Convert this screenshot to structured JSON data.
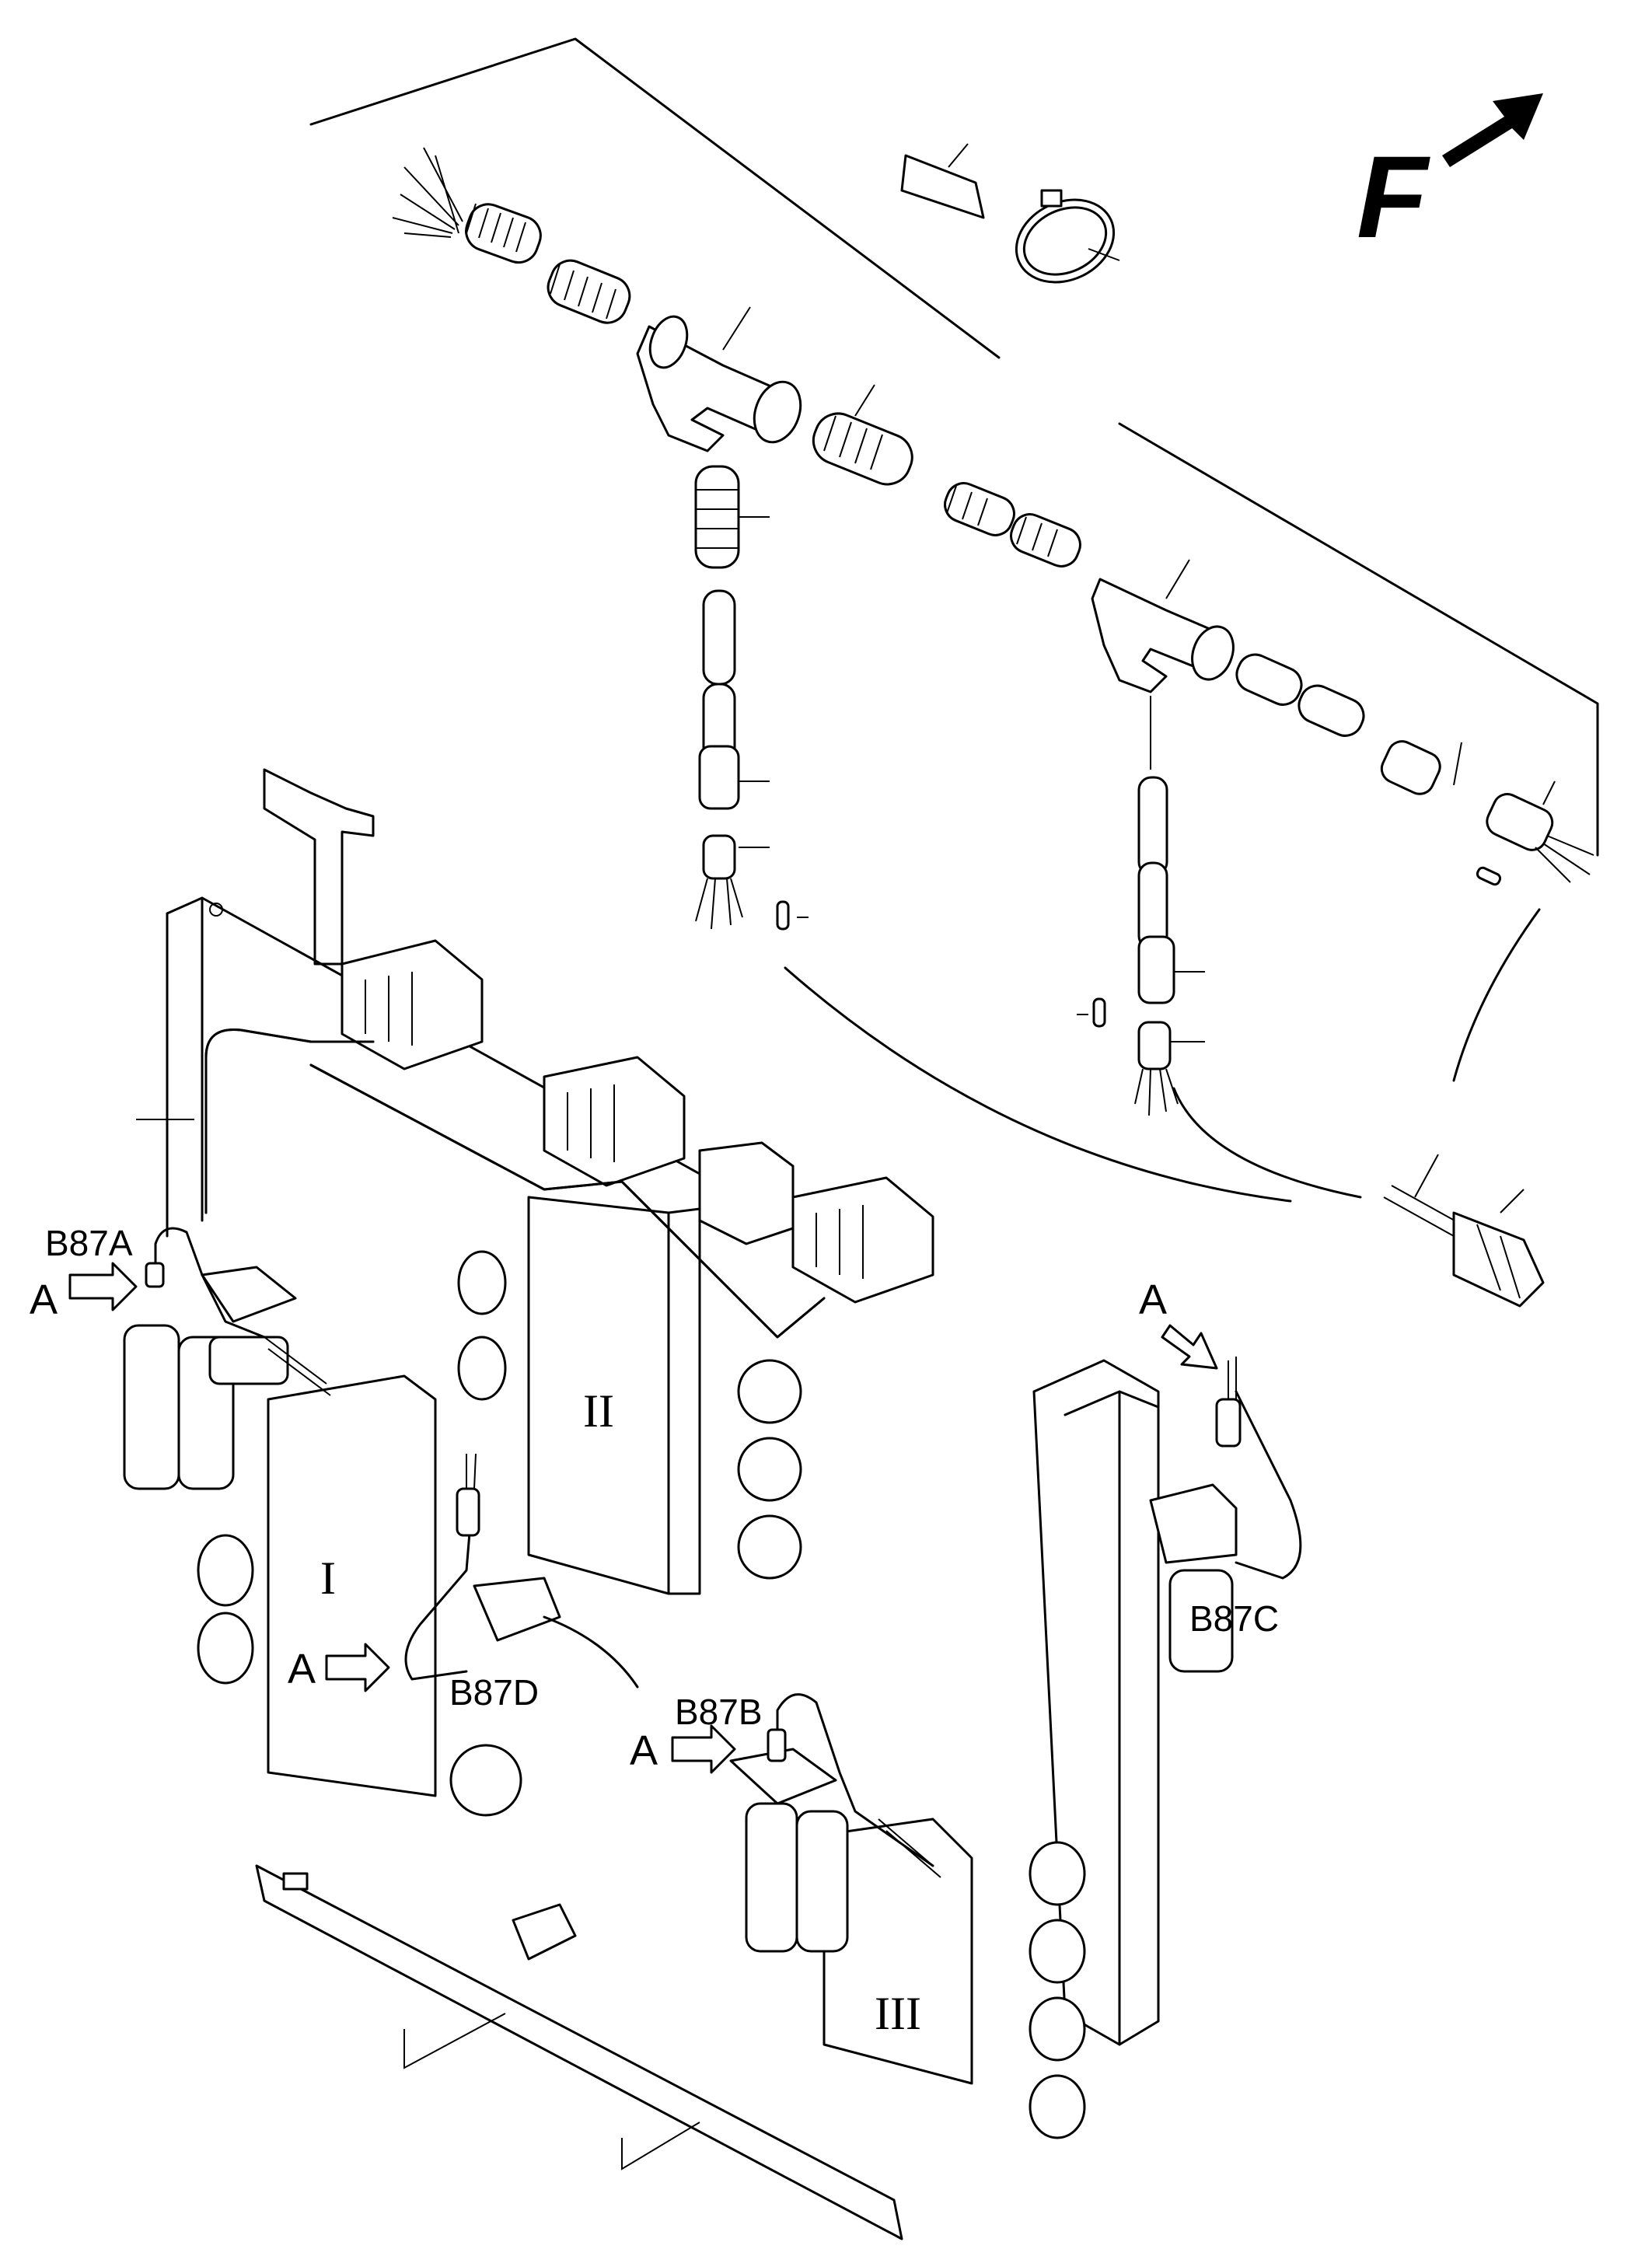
{
  "diagram": {
    "direction_marker": "F",
    "callouts": {
      "b87a": "B87A",
      "b87b": "B87B",
      "b87c": "B87C",
      "b87d": "B87D"
    },
    "view_label": "A",
    "valve_sections": {
      "one": "I",
      "two": "II",
      "three": "III"
    }
  }
}
